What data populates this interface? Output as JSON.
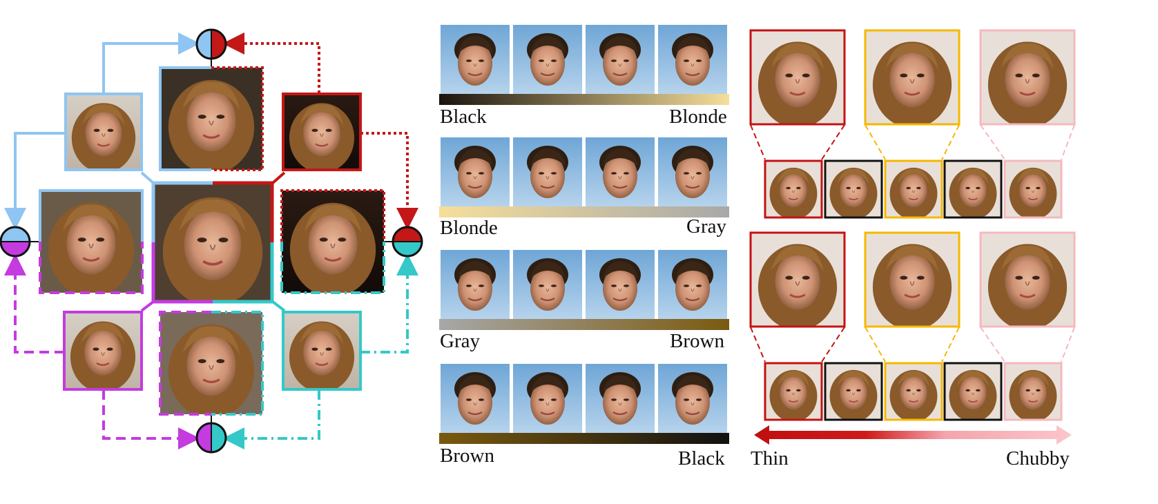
{
  "figure": {
    "left_panel": {
      "title": "",
      "colors": {
        "light_blue": "#8ec5f2",
        "dark_red": "#c41717",
        "purple": "#c43be0",
        "teal": "#34c8c8"
      },
      "center_image": "face-blend-center",
      "corner_sources": [
        "blonde-woman",
        "red-frame-woman",
        "purple-frame-woman",
        "teal-frame-woman"
      ]
    },
    "middle_panel": {
      "rows": [
        {
          "start_label": "Black",
          "end_label": "Blonde",
          "gradient": [
            "#1a140e",
            "#f6df9a"
          ]
        },
        {
          "start_label": "Blonde",
          "end_label": "Gray",
          "gradient": [
            "#f6df9a",
            "#a8a8a8"
          ]
        },
        {
          "start_label": "Gray",
          "end_label": "Brown",
          "gradient": [
            "#a8a8a8",
            "#7a5a10"
          ]
        },
        {
          "start_label": "Brown",
          "end_label": "Black",
          "gradient": [
            "#7a5a10",
            "#111111"
          ]
        }
      ]
    },
    "right_panel": {
      "arrow": {
        "start_label": "Thin",
        "end_label": "Chubby",
        "start_color": "#c00f0f",
        "end_color": "#fbc6cb"
      },
      "frame_colors": {
        "red": "#c41212",
        "gold": "#f5b800",
        "pink": "#f6b8be",
        "black": "#111111"
      }
    }
  }
}
